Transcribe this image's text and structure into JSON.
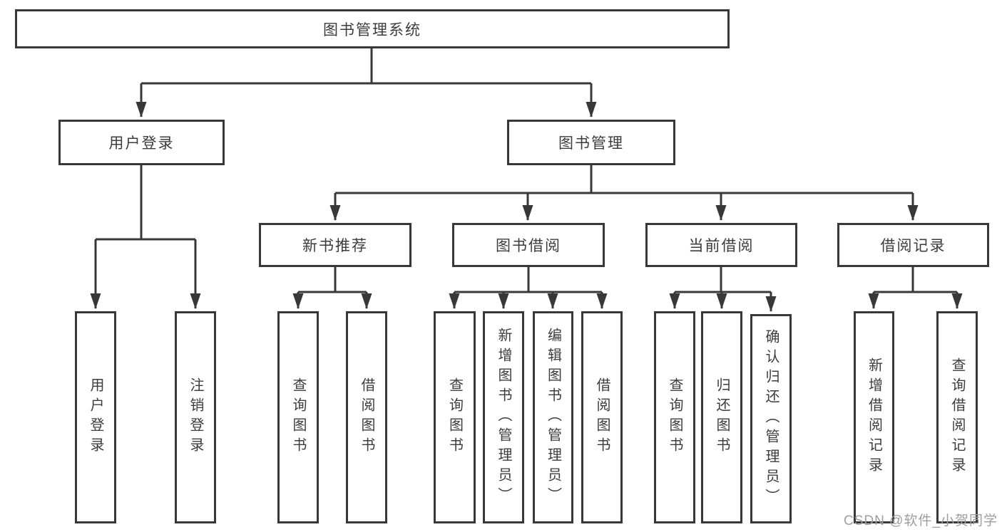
{
  "diagram": {
    "type": "functional-structure-tree",
    "background_color": "#ffffff",
    "line_color": "#383838",
    "text_color": "#3c3c3c",
    "watermark": {
      "text": "CSDN @软件_小贺同学",
      "color": "#9e9e9e"
    },
    "root": {
      "label": "图书管理系统"
    },
    "branches": [
      {
        "label": "用户登录",
        "leaves": [
          {
            "label": "用户登录"
          },
          {
            "label": "注销登录"
          }
        ]
      },
      {
        "label": "图书管理",
        "groups": [
          {
            "label": "新书推荐",
            "leaves": [
              {
                "label": "查询图书"
              },
              {
                "label": "借阅图书"
              }
            ]
          },
          {
            "label": "图书借阅",
            "leaves": [
              {
                "label": "查询图书"
              },
              {
                "label": "新增图书（管理员）"
              },
              {
                "label": "编辑图书（管理员）"
              },
              {
                "label": "借阅图书"
              }
            ]
          },
          {
            "label": "当前借阅",
            "leaves": [
              {
                "label": "查询图书"
              },
              {
                "label": "归还图书"
              },
              {
                "label": "确认归还（管理员）"
              }
            ]
          },
          {
            "label": "借阅记录",
            "leaves": [
              {
                "label": "新增借阅记录"
              },
              {
                "label": "查询借阅记录"
              }
            ]
          }
        ]
      }
    ]
  }
}
